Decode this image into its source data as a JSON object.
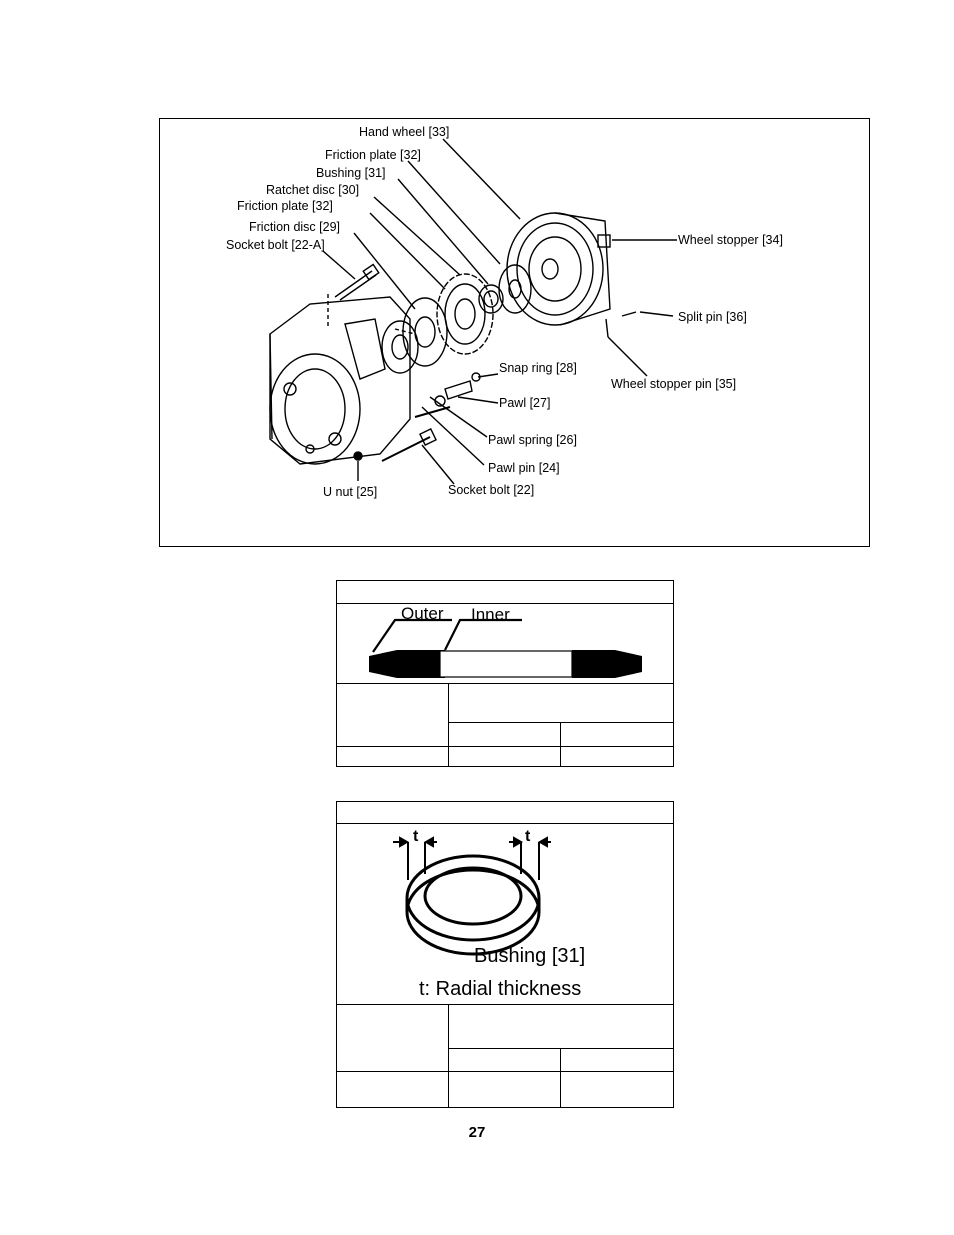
{
  "exploded_view": {
    "labels": {
      "hand_wheel": "Hand wheel [33]",
      "friction_plate_top": "Friction plate [32]",
      "bushing": "Bushing [31]",
      "ratchet_disc": "Ratchet disc [30]",
      "friction_plate_lower": "Friction plate [32]",
      "friction_disc": "Friction disc [29]",
      "socket_bolt_a": "Socket bolt [22-A]",
      "wheel_stopper": "Wheel stopper [34]",
      "split_pin": "Split pin [36]",
      "wheel_stopper_pin": "Wheel stopper pin [35]",
      "snap_ring": "Snap ring [28]",
      "pawl": "Pawl [27]",
      "pawl_spring": "Pawl spring [26]",
      "pawl_pin": "Pawl pin [24]",
      "socket_bolt": "Socket bolt [22]",
      "u_nut": "U nut [25]"
    }
  },
  "friction_table": {
    "outer_label": "Outer",
    "inner_label": "Inner"
  },
  "bushing_table": {
    "t_label_left": "t",
    "t_label_right": "t",
    "caption_line1": "Bushing [31]",
    "caption_line2": "t: Radial thickness"
  },
  "page_number": "27"
}
